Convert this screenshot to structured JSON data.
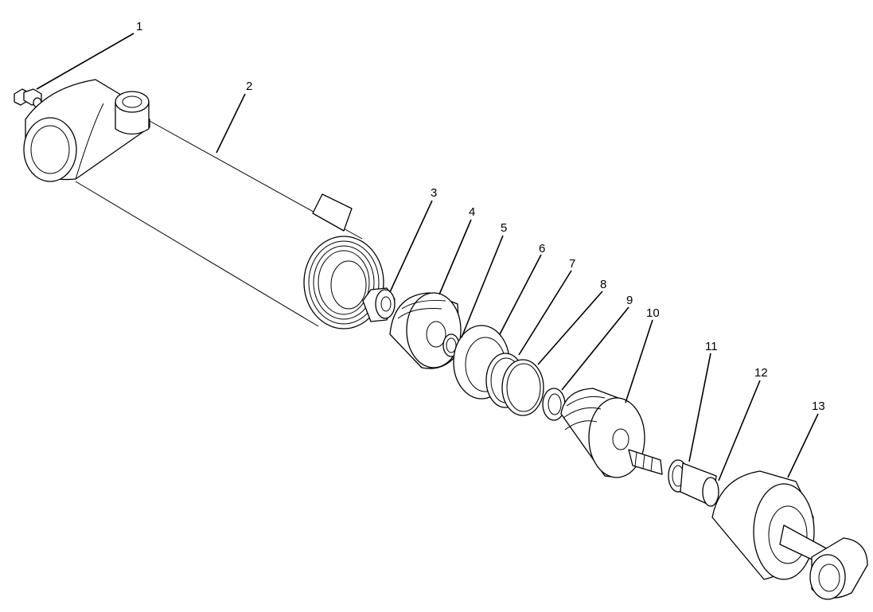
{
  "diagram": {
    "callouts": [
      "1",
      "2",
      "3",
      "4",
      "5",
      "6",
      "7",
      "8",
      "9",
      "10",
      "11",
      "12",
      "13"
    ]
  }
}
